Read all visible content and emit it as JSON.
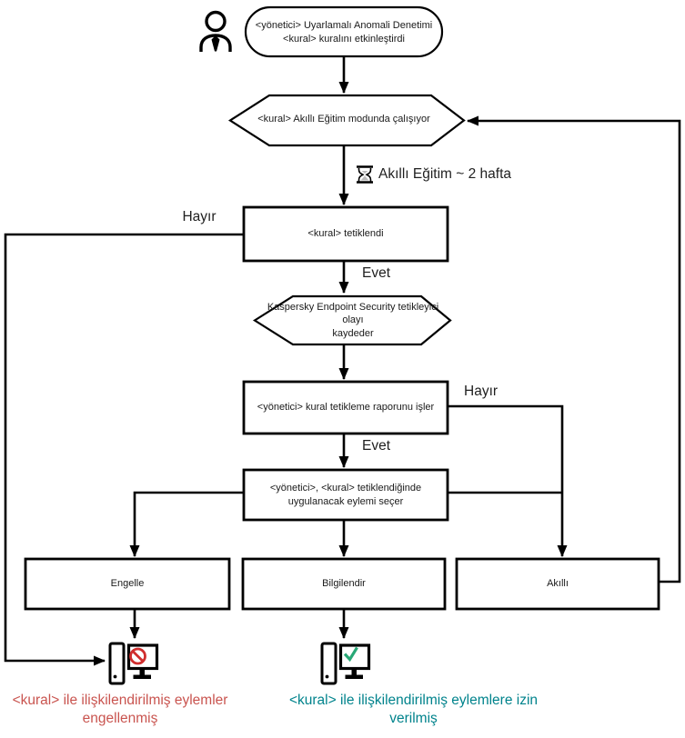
{
  "colors": {
    "line": "#000000",
    "text": "#1a1a1a",
    "label": "#1f1f1f",
    "blocked": "#c9544f",
    "allowed": "#00838c",
    "prohibit": "#d02e2e",
    "check": "#28a876"
  },
  "nodes": {
    "start": "<yönetici> Uyarlamalı Anomali Denetimi\n<kural> kuralını etkinleştirdi",
    "training": "<kural> Akıllı Eğitim modunda çalışıyor",
    "trigger": "<kural> tetiklendi",
    "log": "Kaspersky Endpoint Security tetikleyici olayı\nkaydeder",
    "report": "<yönetici> kural tetikleme raporunu işler",
    "choose": "<yönetici>, <kural> tetiklendiğinde\nuygulanacak eylemi seçer",
    "block": "Engelle",
    "inform": "Bilgilendir",
    "smart": "Akıllı"
  },
  "labels": {
    "no1": "Hayır",
    "yes1": "Evet",
    "no2": "Hayır",
    "yes2": "Evet",
    "duration": "Akıllı Eğitim ~ 2 hafta"
  },
  "captions": {
    "blocked": "<kural> ile ilişkilendirilmiş eylemler\nengellenmiş",
    "allowed": "<kural> ile ilişkilendirilmiş eylemlere izin\nverilmiş"
  },
  "icons": [
    "person-icon",
    "hourglass-icon",
    "computer-blocked-icon",
    "prohibition-icon",
    "computer-allowed-icon",
    "checkmark-icon"
  ]
}
